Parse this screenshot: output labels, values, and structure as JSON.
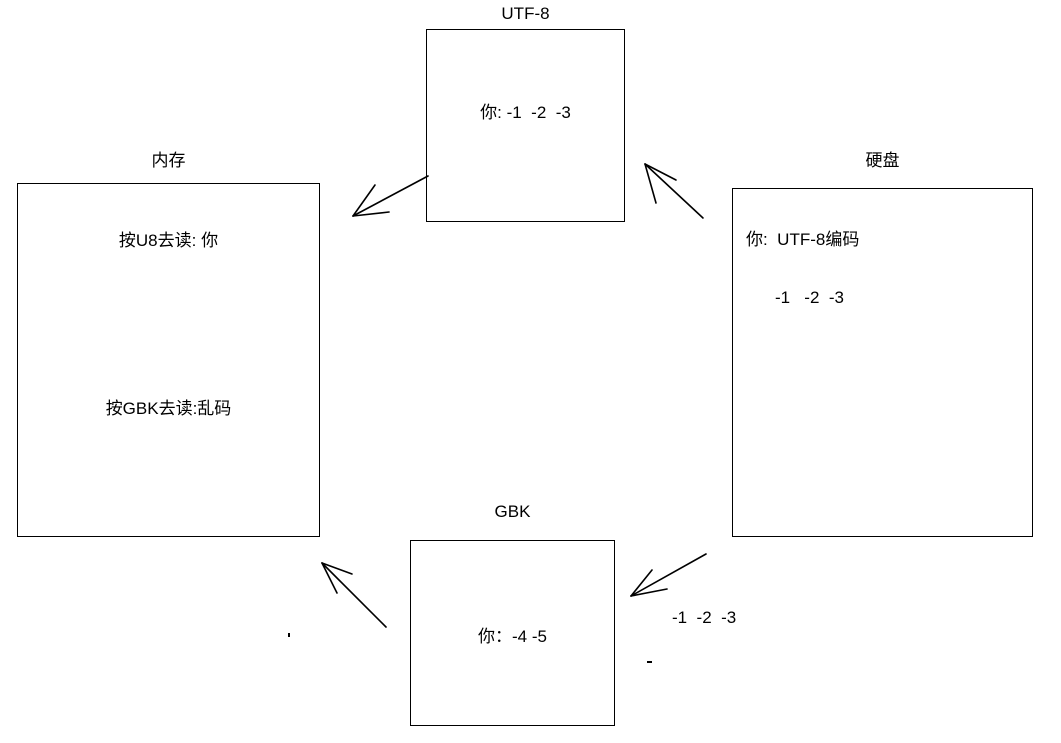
{
  "diagram": {
    "title": "Character encoding flow between memory, disk, UTF-8 and GBK",
    "boxes": {
      "memory": {
        "caption": "内存",
        "line1": "按U8去读: 你",
        "line2": "按GBK去读:乱码"
      },
      "utf8": {
        "caption": "UTF-8",
        "line1": "你: -1  -2  -3"
      },
      "disk": {
        "caption": "硬盘",
        "line1": "你:  UTF-8编码",
        "line2": "-1   -2  -3"
      },
      "gbk": {
        "caption": "GBK",
        "line1": "你：-4 -5"
      }
    },
    "edges": {
      "disk_to_gbk_label": "-1  -2  -3"
    },
    "colors": {
      "stroke": "#000000",
      "background": "#ffffff",
      "text": "#000000"
    }
  }
}
